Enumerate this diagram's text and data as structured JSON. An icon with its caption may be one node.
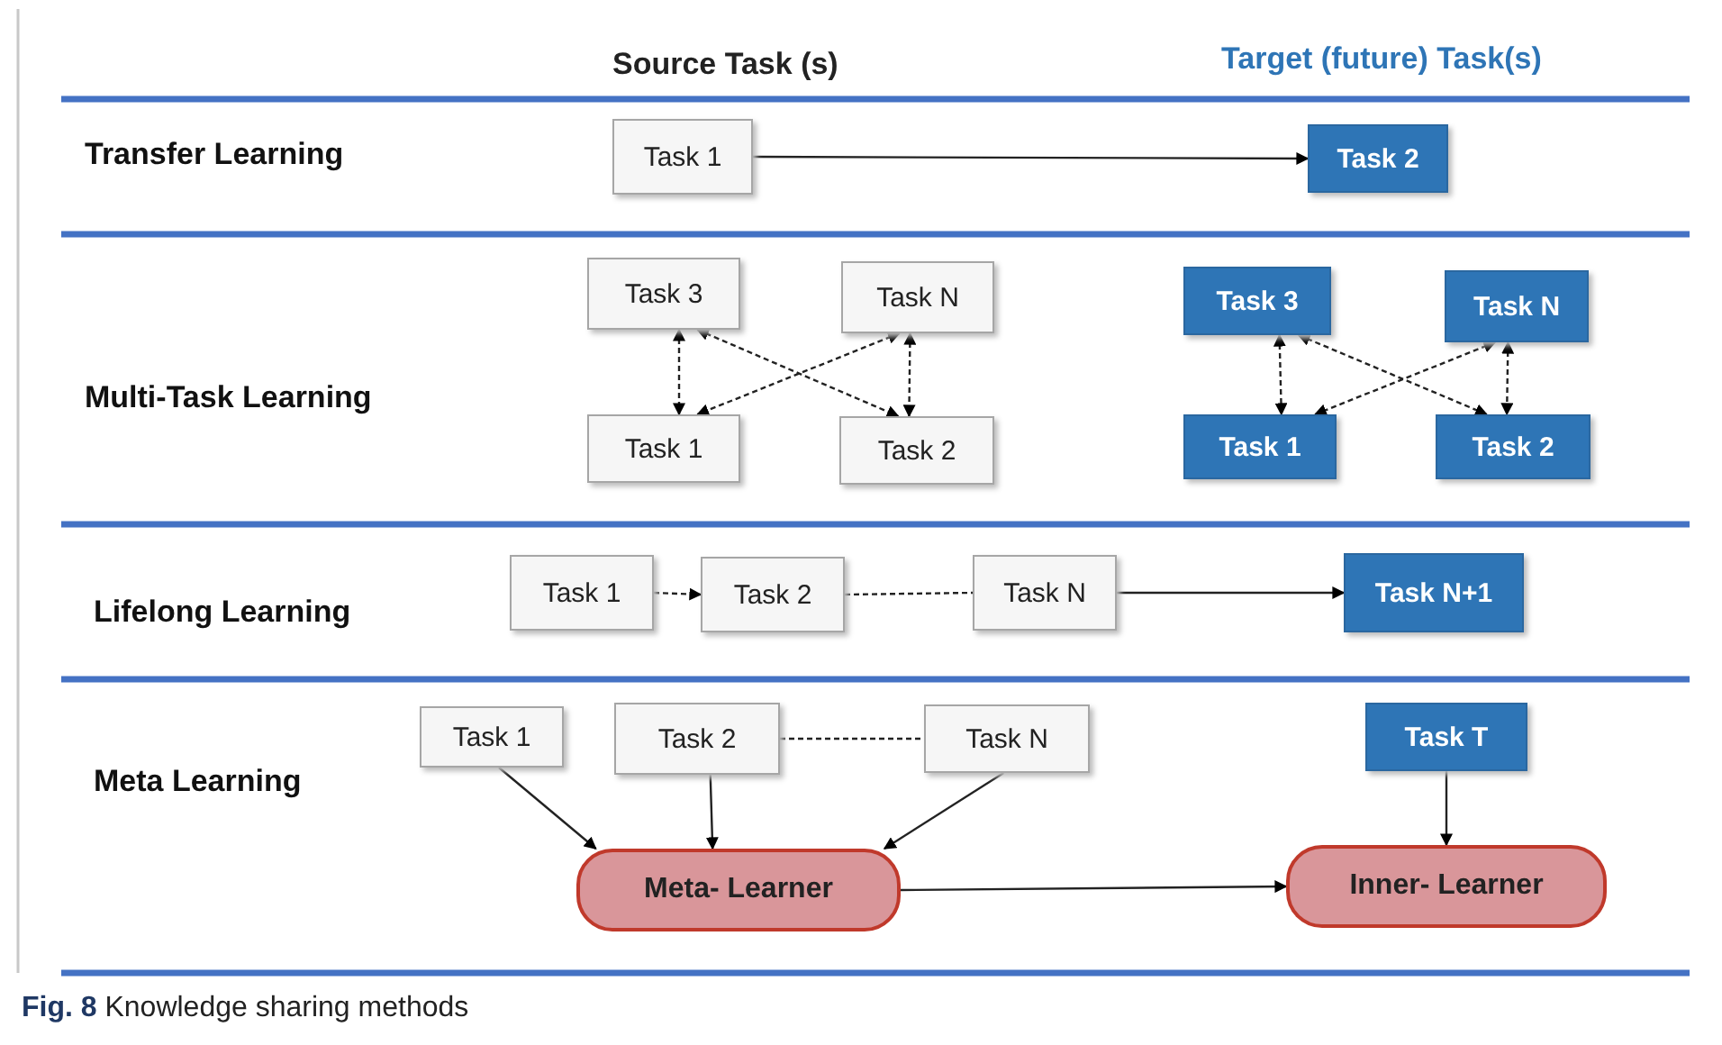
{
  "diagram": {
    "caption": "**Fig. 8** Knowledge sharing methods",
    "nodes": [
      {
        "text": [
          "Task 1"
        ]
      },
      {
        "text": [
          "Task 2"
        ]
      },
      {
        "text": [
          "Task 3"
        ]
      },
      {
        "text": [
          "Task N"
        ]
      },
      {
        "text": [
          "Task 1"
        ]
      },
      {
        "text": [
          "Task 2"
        ]
      },
      {
        "text": [
          "Task 3"
        ]
      },
      {
        "text": [
          "Task N"
        ]
      },
      {
        "text": [
          "Task 1"
        ]
      },
      {
        "text": [
          "Task 2"
        ]
      },
      {
        "text": [
          "Task 1"
        ]
      },
      {
        "text": [
          "Task 2"
        ]
      },
      {
        "text": [
          "Task N"
        ]
      },
      {
        "text": [
          "Task N+1"
        ]
      },
      {
        "text": [
          "Task 1"
        ]
      },
      {
        "text": [
          "Task 2"
        ]
      },
      {
        "text": [
          "Task N"
        ]
      },
      {
        "text": [
          "Task T"
        ]
      },
      {
        "text": [
          "Meta- Learner"
        ]
      },
      {
        "text": [
          "Inner- Learner"
        ]
      }
    ],
    "edges": [
      {
        "from": 0,
        "to": 1,
        "arrow": "to"
      },
      {
        "from": 2,
        "to": 4,
        "arrow": "both",
        "style": "dashed"
      },
      {
        "from": 2,
        "to": 5,
        "arrow": "both",
        "style": "dashed"
      },
      {
        "from": 3,
        "to": 4,
        "arrow": "both",
        "style": "dashed"
      },
      {
        "from": 3,
        "to": 5,
        "arrow": "both",
        "style": "dashed"
      },
      {
        "from": 6,
        "to": 8,
        "arrow": "both",
        "style": "dashed"
      },
      {
        "from": 6,
        "to": 9,
        "arrow": "both",
        "style": "dashed"
      },
      {
        "from": 7,
        "to": 8,
        "arrow": "both",
        "style": "dashed"
      },
      {
        "from": 7,
        "to": 9,
        "arrow": "both",
        "style": "dashed"
      },
      {
        "from": 10,
        "to": 11,
        "arrow": "to",
        "style": "dashed"
      },
      {
        "from": 11,
        "to": 12,
        "arrow": "none",
        "style": "dashed"
      },
      {
        "from": 12,
        "to": 13,
        "arrow": "to"
      },
      {
        "from": 14,
        "to": 18,
        "arrow": "to"
      },
      {
        "from": 15,
        "to": 18,
        "arrow": "to"
      },
      {
        "from": 16,
        "to": 18,
        "arrow": "to"
      },
      {
        "from": 15,
        "to": 16,
        "arrow": "none",
        "style": "dashed"
      },
      {
        "from": 18,
        "to": 19,
        "arrow": "to"
      },
      {
        "from": 17,
        "to": 19,
        "arrow": "to"
      }
    ],
    "labels": [
      "Source Task (s)",
      "Target (future) Task(s)",
      "Transfer Learning",
      "Multi-Task Learning",
      "Lifelong Learning",
      "Meta Learning"
    ]
  }
}
